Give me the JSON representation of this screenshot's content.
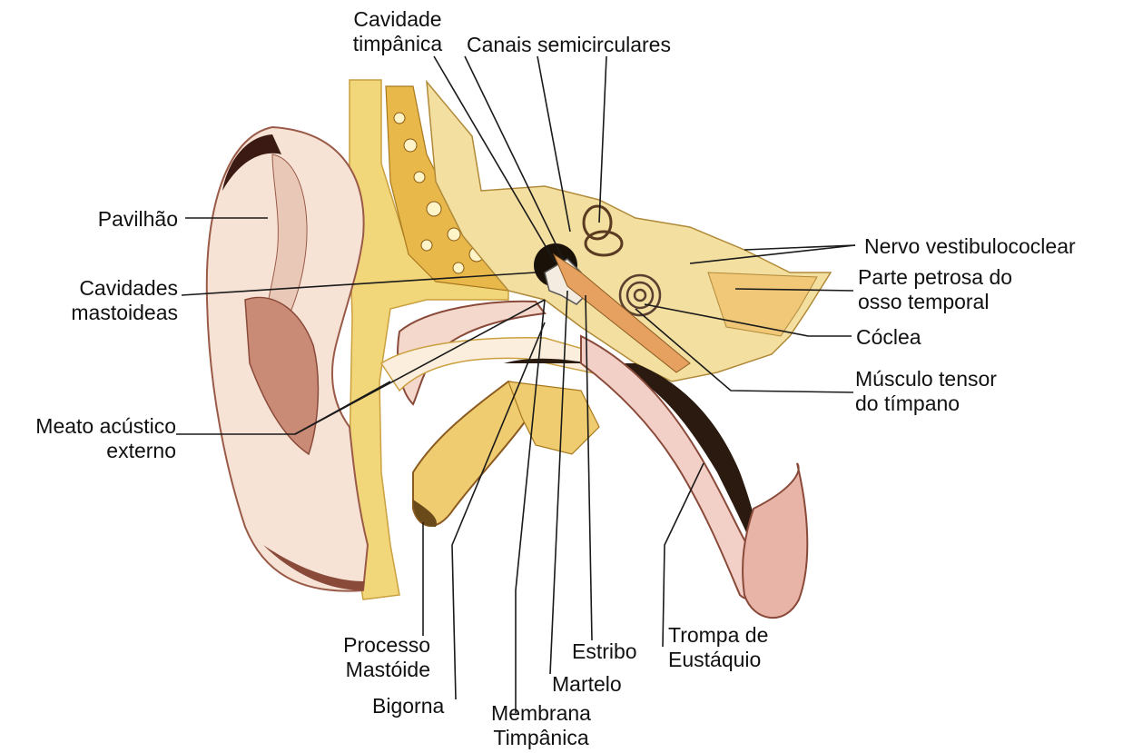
{
  "labels": {
    "cavidade_timpanica": [
      "Cavidade",
      "timpânica"
    ],
    "canais_semicirculares": "Canais semicirculares",
    "pavilhao": "Pavilhão",
    "nervo": "Nervo vestibulococlear",
    "parte_petrosa": [
      "Parte petrosa do",
      "osso temporal"
    ],
    "cavidades_mastoideas": [
      "Cavidades",
      "mastoideas"
    ],
    "coclea": "Cóclea",
    "musculo_tensor": [
      "Músculo tensor",
      "do tímpano"
    ],
    "meato": [
      "Meato acústico",
      "externo"
    ],
    "processo": [
      "Processo",
      "Mastóide"
    ],
    "estribo": "Estribo",
    "trompa": [
      "Trompa de",
      "Eustáquio"
    ],
    "martelo": "Martelo",
    "bigorna": "Bigorna",
    "membrana": [
      "Membrana",
      "Timpânica"
    ]
  },
  "colors": {
    "skin": "#f6e3d6",
    "skin_shadow": "#b07060",
    "bone": "#f2d77a",
    "bone_dark": "#d9a12e",
    "canal": "#fbeedc",
    "leader": "#1a1a1a"
  }
}
